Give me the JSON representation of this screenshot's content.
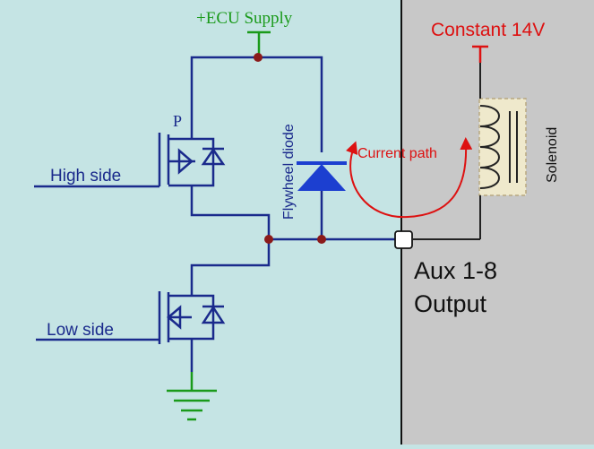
{
  "labels": {
    "ecu_supply": "+ECU Supply",
    "constant_14v": "Constant 14V",
    "p_marker": "P",
    "high_side": "High side",
    "low_side": "Low side",
    "flywheel_diode": "Flywheel diode",
    "current_path": "Current path",
    "solenoid": "Solenoid",
    "aux_output_line1": "Aux 1-8",
    "aux_output_line2": "Output"
  },
  "colors": {
    "ecu_panel": "#c5e4e4",
    "external_panel": "#c8c8c8",
    "wire_blue": "#1a2a8c",
    "junction": "#8b1a1a",
    "supply_green": "#1a9a1a",
    "current_red": "#dd1111",
    "diode_fill": "#1c3fd0",
    "solenoid_fill": "#efe9cc",
    "solenoid_border": "#b8a880"
  }
}
